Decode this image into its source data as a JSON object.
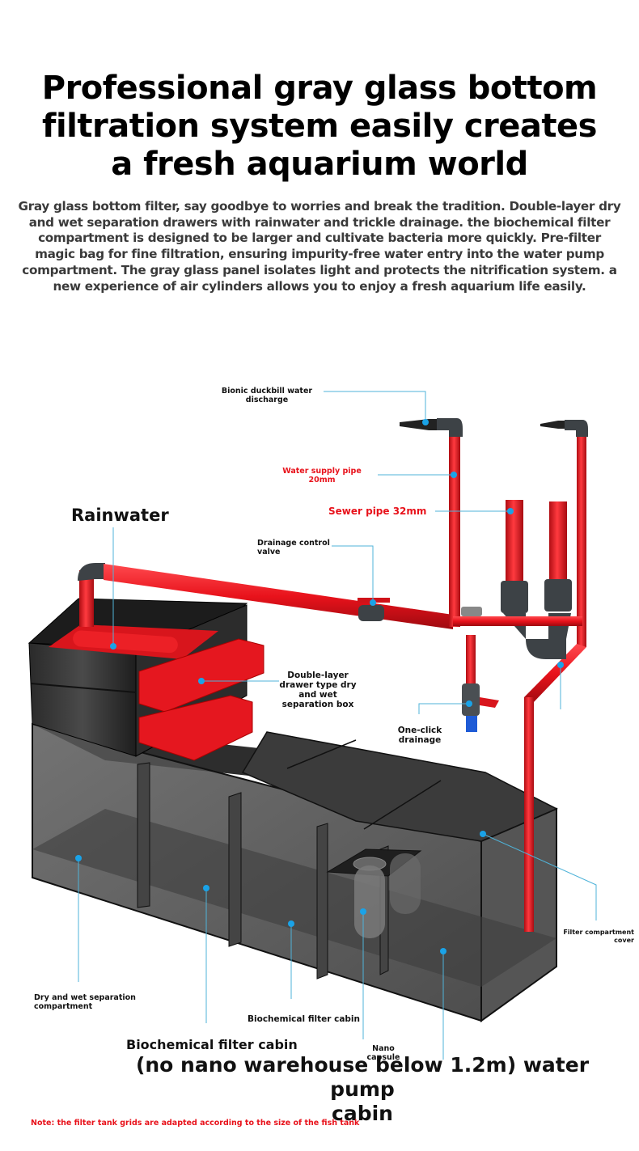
{
  "headline": {
    "lines": [
      "Professional gray glass bottom",
      "filtration system easily creates",
      "a fresh aquarium world"
    ]
  },
  "intro": {
    "text": "Gray glass bottom filter, say goodbye to worries and break the tradition. Double-layer dry and wet separation drawers with rainwater and trickle drainage. the biochemical filter compartment is designed to be larger and cultivate bacteria more quickly. Pre-filter magic bag for fine filtration, ensuring impurity-free water entry into the water pump compartment. The gray glass panel isolates light and protects the nitrification system. a new experience of air cylinders allows you to enjoy a fresh aquarium life easily."
  },
  "labels": {
    "duckbill": [
      "Bionic duckbill water",
      "discharge"
    ],
    "supply_pipe": [
      "Water supply pipe",
      "20mm"
    ],
    "sewer_pipe": "Sewer pipe 32mm",
    "rainwater": "Rainwater",
    "drain_valve": [
      "Drainage control",
      "valve"
    ],
    "drawer_box": [
      "Double-layer",
      "drawer type dry",
      "and wet",
      "separation box"
    ],
    "one_click": [
      "One-click",
      "drainage"
    ],
    "cover": [
      "Filter compartment",
      "cover"
    ],
    "dry_wet": [
      "Dry and wet separation",
      "compartment"
    ],
    "bio_small": "Biochemical filter cabin",
    "nano": [
      "Nano",
      "capsule"
    ],
    "bio_big": "Biochemical filter cabin",
    "pump_big": [
      "(no nano warehouse below 1.2m) water pump",
      "cabin"
    ]
  },
  "note": "Note: the filter tank grids are adapted according to the size of the fish tank",
  "colors": {
    "pipe_red": "#e8121b",
    "callout_blue": "#1aa3e8",
    "leader_line": "#4fb3d9",
    "tank_gray": "#4a4a4a",
    "fitting_dark": "#3d4246",
    "note_red": "#e8121b"
  }
}
